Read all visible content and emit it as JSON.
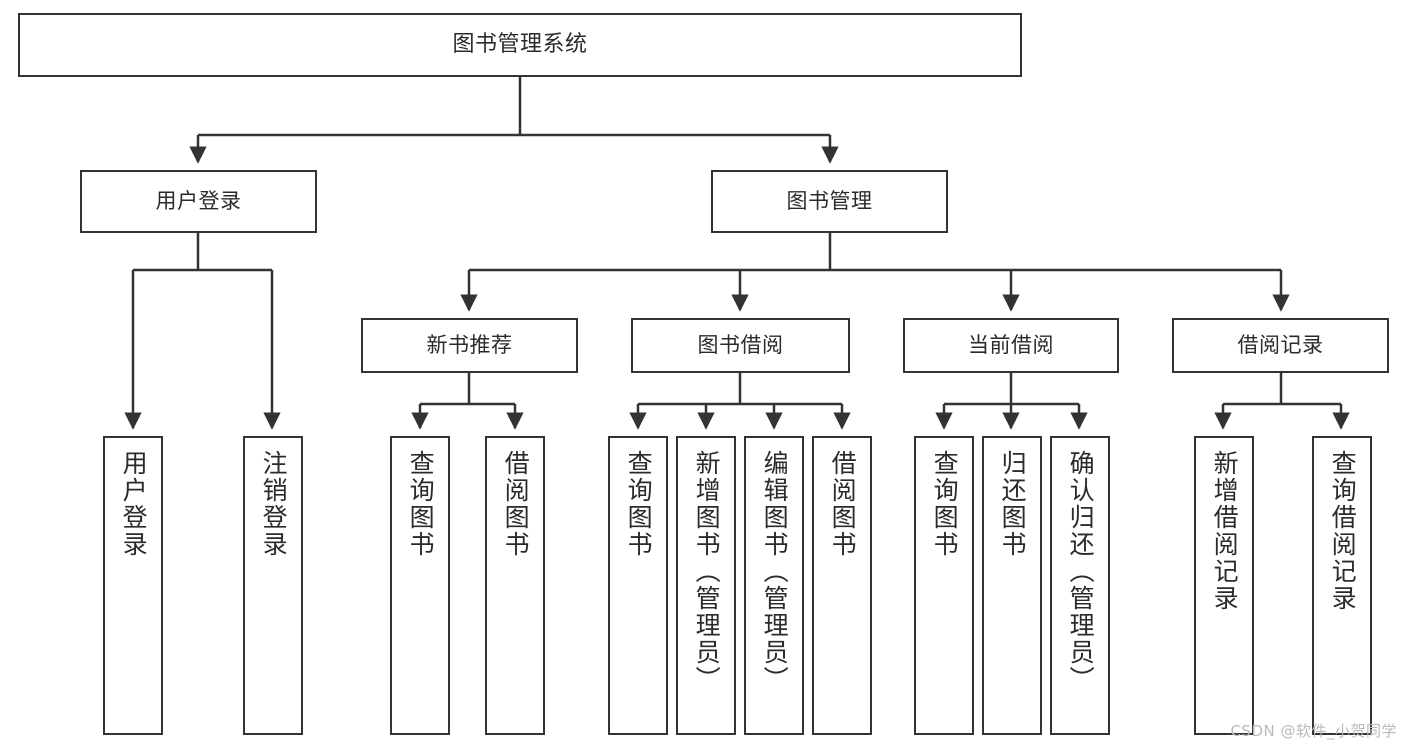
{
  "diagram": {
    "type": "tree-hierarchy-chart",
    "title": "图书管理系统",
    "root": {
      "id": "root",
      "label": "图书管理系统"
    },
    "level2": [
      {
        "id": "user-login",
        "label": "用户登录"
      },
      {
        "id": "book-management",
        "label": "图书管理"
      }
    ],
    "level3": [
      {
        "id": "new-book-recommend",
        "label": "新书推荐",
        "parent": "book-management"
      },
      {
        "id": "book-borrow",
        "label": "图书借阅",
        "parent": "book-management"
      },
      {
        "id": "current-borrow",
        "label": "当前借阅",
        "parent": "book-management"
      },
      {
        "id": "borrow-record",
        "label": "借阅记录",
        "parent": "book-management"
      }
    ],
    "leaves": {
      "user_login": [
        {
          "id": "leaf-user-login",
          "label": "用户登录"
        },
        {
          "id": "leaf-user-logout",
          "label": "注销登录"
        }
      ],
      "new_book_recommend": [
        {
          "id": "leaf-query-book-1",
          "label": "查询图书"
        },
        {
          "id": "leaf-borrow-book-1",
          "label": "借阅图书"
        }
      ],
      "book_borrow": [
        {
          "id": "leaf-query-book-2",
          "label": "查询图书"
        },
        {
          "id": "leaf-add-book",
          "label": "新增图书（管理员）"
        },
        {
          "id": "leaf-edit-book",
          "label": "编辑图书（管理员）"
        },
        {
          "id": "leaf-borrow-book-2",
          "label": "借阅图书"
        }
      ],
      "current_borrow": [
        {
          "id": "leaf-query-book-3",
          "label": "查询图书"
        },
        {
          "id": "leaf-return-book",
          "label": "归还图书"
        },
        {
          "id": "leaf-confirm-return",
          "label": "确认归还（管理员）"
        }
      ],
      "borrow_record": [
        {
          "id": "leaf-add-record",
          "label": "新增借阅记录"
        },
        {
          "id": "leaf-query-record",
          "label": "查询借阅记录"
        }
      ]
    }
  },
  "watermark": {
    "text": "CSDN @软件_小贺同学"
  },
  "colors": {
    "box_border": "#333333",
    "box_fill": "#ffffff",
    "text": "#2b2b2b",
    "edge": "#333333",
    "watermark": "#b9b9b9",
    "background": "#ffffff"
  }
}
